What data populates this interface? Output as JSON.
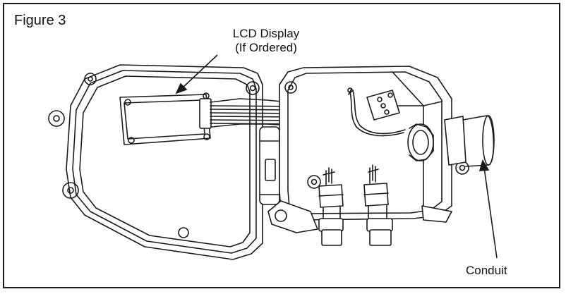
{
  "figure": {
    "title": "Figure 3"
  },
  "callouts": {
    "lcd_line1": "LCD Display",
    "lcd_line2": "(If Ordered)",
    "conduit": "Conduit"
  },
  "colors": {
    "line": "#1a1a1a",
    "background": "#ffffff"
  }
}
